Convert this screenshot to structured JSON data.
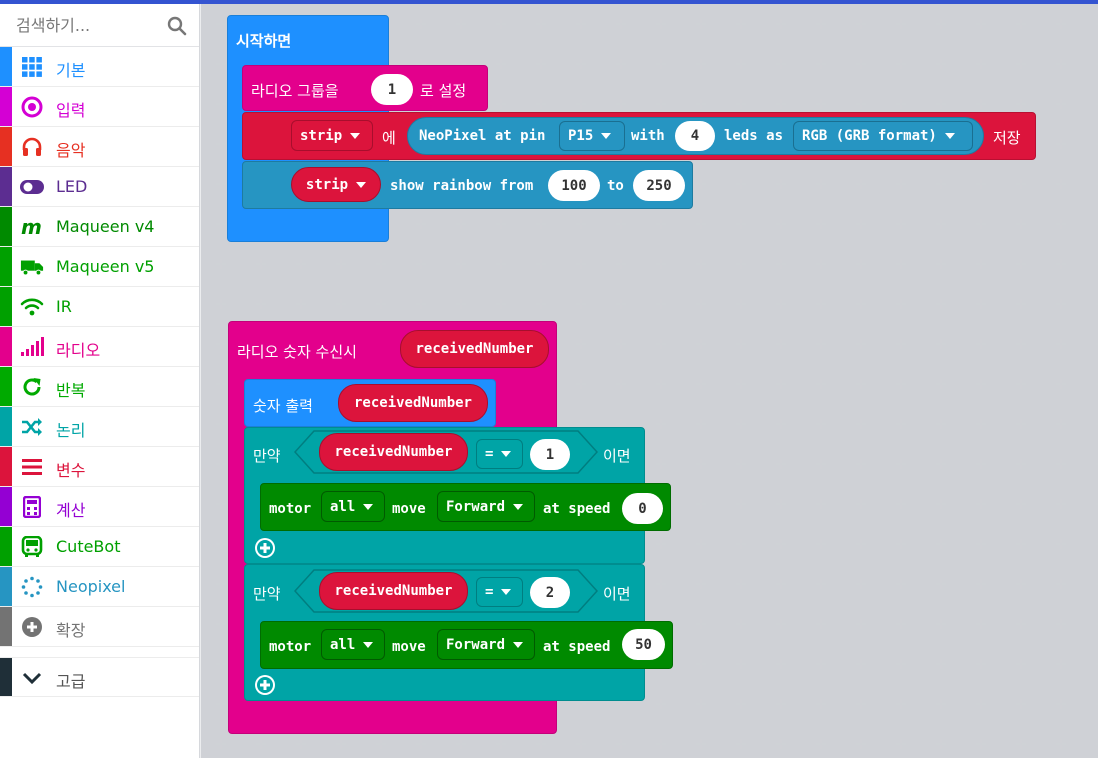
{
  "search": {
    "placeholder": "검색하기..."
  },
  "sidebar": {
    "categories": [
      {
        "label": "기본",
        "icon": "grid-icon",
        "color": "#1e90ff"
      },
      {
        "label": "입력",
        "icon": "input-circle-icon",
        "color": "#d400d4"
      },
      {
        "label": "음악",
        "icon": "headphones-icon",
        "color": "#e63022"
      },
      {
        "label": "LED",
        "icon": "toggle-icon",
        "color": "#5c2d91"
      },
      {
        "label": "Maqueen v4",
        "icon": "m-logo-icon",
        "color": "#008a00"
      },
      {
        "label": "Maqueen v5",
        "icon": "truck-icon",
        "color": "#00a000"
      },
      {
        "label": "IR",
        "icon": "wifi-icon",
        "color": "#00a000"
      },
      {
        "label": "라디오",
        "icon": "signal-bars-icon",
        "color": "#e3008c"
      },
      {
        "label": "반복",
        "icon": "refresh-icon",
        "color": "#00aa00"
      },
      {
        "label": "논리",
        "icon": "shuffle-icon",
        "color": "#00a4a6"
      },
      {
        "label": "변수",
        "icon": "list-icon",
        "color": "#dc143c"
      },
      {
        "label": "계산",
        "icon": "calculator-icon",
        "color": "#9400d3"
      },
      {
        "label": "CuteBot",
        "icon": "bus-icon",
        "color": "#00a000"
      },
      {
        "label": "Neopixel",
        "icon": "dots-circle-icon",
        "color": "#2695c2"
      },
      {
        "label": "확장",
        "icon": "plus-circle-icon",
        "color": "#737373"
      },
      {
        "label": "고급",
        "icon": "chevron-down-icon",
        "color": "#1f2f38"
      }
    ]
  },
  "blocks": {
    "on_start": {
      "label": "시작하면",
      "set_group": {
        "prefix": "라디오 그룹을",
        "value": "1",
        "suffix": "로 설정"
      },
      "set_strip": {
        "var": "strip",
        "mid": "에",
        "create_label": "NeoPixel at pin",
        "pin": "P15",
        "with": "with",
        "count": "4",
        "leds_as": "leds as",
        "mode": "RGB (GRB format)",
        "suffix": "저장"
      },
      "rainbow": {
        "var": "strip",
        "label": "show rainbow from",
        "from": "100",
        "to_label": "to",
        "to": "250"
      }
    },
    "on_received": {
      "label": "라디오 숫자 수신시",
      "var": "receivedNumber",
      "show_number": {
        "label": "숫자 출력",
        "var": "receivedNumber"
      },
      "ifs": [
        {
          "if": "만약",
          "var": "receivedNumber",
          "op": "=",
          "value": "1",
          "then": "이면",
          "motor": {
            "motor": "motor",
            "target": "all",
            "move": "move",
            "dir": "Forward",
            "at_speed": "at speed",
            "speed": "0"
          }
        },
        {
          "if": "만약",
          "var": "receivedNumber",
          "op": "=",
          "value": "2",
          "then": "이면",
          "motor": {
            "motor": "motor",
            "target": "all",
            "move": "move",
            "dir": "Forward",
            "at_speed": "at speed",
            "speed": "50"
          }
        }
      ]
    }
  },
  "colors": {
    "basic": "#1e90ff",
    "radio": "#e3008c",
    "neopixel_set": "#dc143c",
    "neopixel": "#2695c2",
    "logic": "#00a4a6",
    "maqueen": "#008a00"
  }
}
